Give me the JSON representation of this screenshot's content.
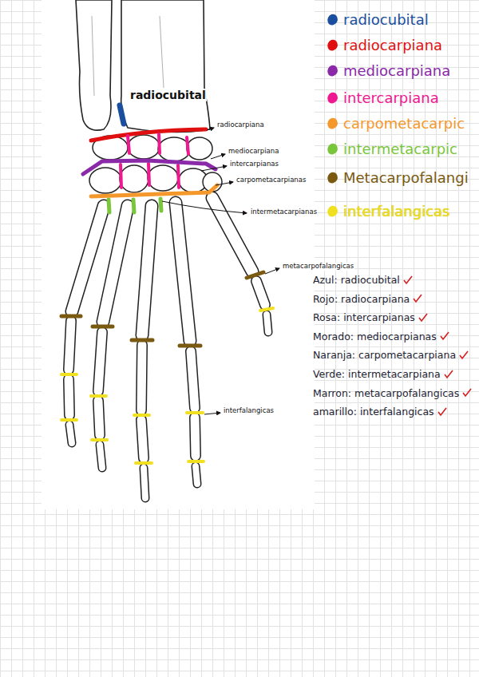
{
  "diagram": {
    "labels": [
      "radiocubital",
      "radiocarpiana",
      "mediocarpiana",
      "intercarpianas",
      "carpometacarpianas",
      "intermetacarpianas",
      "metacarpofalangicas",
      "interfalangicas",
      "Azul: radiocubital",
      "Rojo: radiocarpiana",
      "Rosa: intercarpianas",
      "Morado: mediocarpianas",
      "Naranja: carpometacarpiana",
      "Verde: intermetacarpiana",
      "Marron: metacarpofalangicas",
      "amarillo: interfalangicas"
    ],
    "legend": [
      {
        "text": "radiocubital",
        "color": "#1a4fa0"
      },
      {
        "text": "radiocarpiana",
        "color": "#e01010"
      },
      {
        "text": "mediocarpiana",
        "color": "#8a2aa8"
      },
      {
        "text": "intercarpiana",
        "color": "#f01890"
      },
      {
        "text": "carpometacarpic",
        "color": "#f5982c"
      },
      {
        "text": "intermetacarpic",
        "color": "#7ac63a"
      },
      {
        "text": "Metacarpofalangi",
        "color": "#7a5a10"
      },
      {
        "text": "interfalangicas",
        "color": "#f0e020"
      }
    ]
  }
}
